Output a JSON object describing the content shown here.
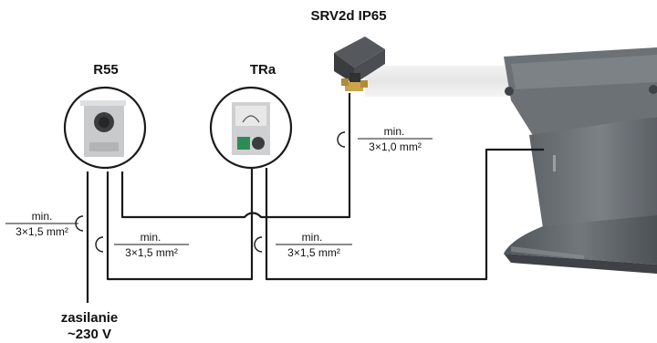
{
  "devices": {
    "r55": {
      "label": "R55"
    },
    "tra": {
      "label": "TRa"
    },
    "valve": {
      "label": "SRV2d IP65"
    }
  },
  "cables": {
    "supply": {
      "line1": "min.",
      "line2": "3×1,5 mm²"
    },
    "r55_tra": {
      "line1": "min.",
      "line2": "3×1,5 mm²"
    },
    "tra_fan": {
      "line1": "min.",
      "line2": "3×1,5 mm²"
    },
    "valve": {
      "line1": "min.",
      "line2": "3×1,0 mm²"
    }
  },
  "supply_label": {
    "line1": "zasilanie",
    "line2": "~230 V"
  },
  "colors": {
    "wire": "#1a1a1a",
    "fan_body": "#6f7479",
    "valve_body": "#4a4a4a",
    "valve_brass": "#c9a44c",
    "duct": "#e8e8e8"
  }
}
